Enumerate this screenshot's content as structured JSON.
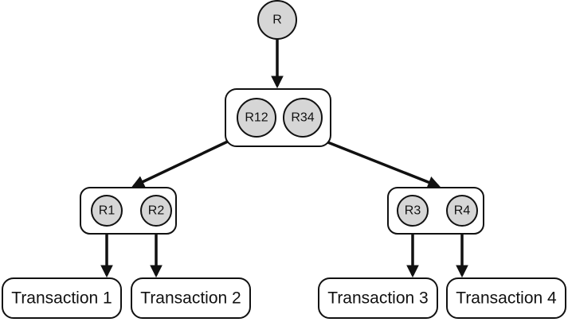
{
  "tree": {
    "root": {
      "label": "R"
    },
    "level1": {
      "left": "R12",
      "right": "R34"
    },
    "level2": {
      "left_group": {
        "left": "R1",
        "right": "R2"
      },
      "right_group": {
        "left": "R3",
        "right": "R4"
      }
    },
    "transactions": [
      "Transaction 1",
      "Transaction 2",
      "Transaction 3",
      "Transaction 4"
    ]
  },
  "colors": {
    "node_fill": "#d6d6d6",
    "stroke": "#111111",
    "background": "#ffffff"
  }
}
